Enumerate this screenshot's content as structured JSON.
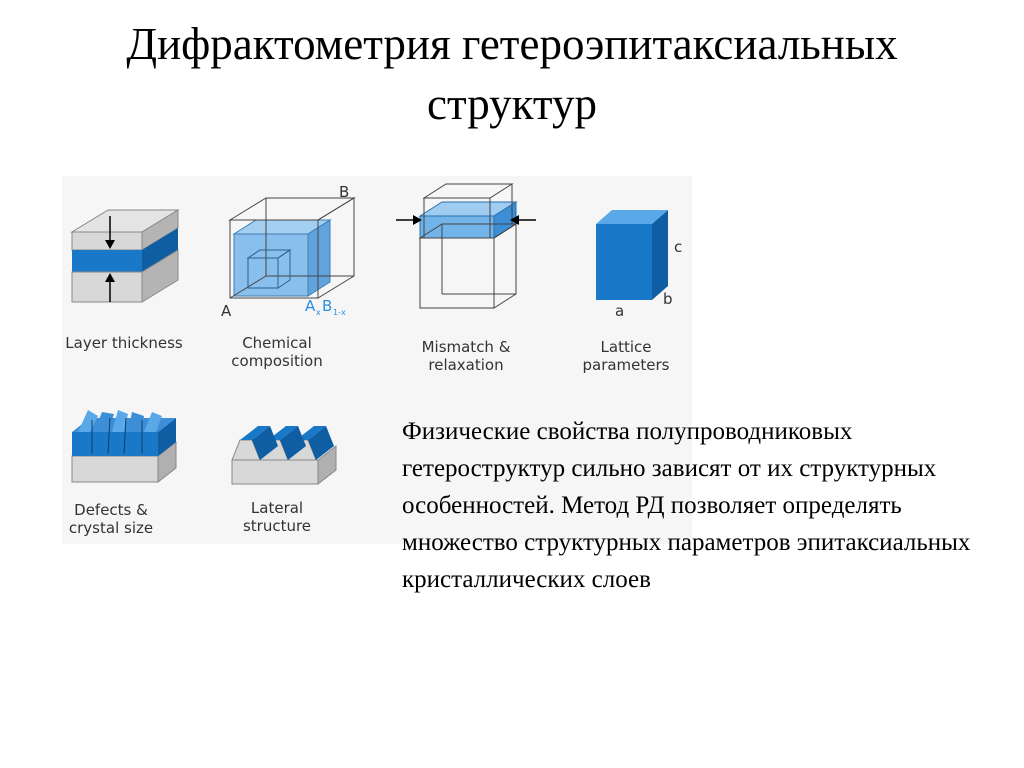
{
  "slide": {
    "title_line1": "Дифрактометрия гетероэпитаксиальных",
    "title_line2": "структур",
    "body": "Физические свойства полупроводниковых гетероструктур сильно зависят от их структурных особенностей. Метод РД позволяет определять множество структурных параметров эпитаксиальных кристаллических слоев"
  },
  "figure": {
    "panels": [
      {
        "caption_line1": "Layer thickness",
        "caption_line2": ""
      },
      {
        "caption_line1": "Chemical",
        "caption_line2": "composition"
      },
      {
        "caption_line1": "Mismatch &",
        "caption_line2": "relaxation"
      },
      {
        "caption_line1": "Lattice",
        "caption_line2": "parameters"
      },
      {
        "caption_line1": "Defects &",
        "caption_line2": "crystal size"
      },
      {
        "caption_line1": "Lateral",
        "caption_line2": "structure"
      }
    ],
    "labels": {
      "A": "A",
      "B": "B",
      "alloy_a": "A",
      "alloy_x": "x",
      "alloy_b": "B",
      "alloy_1x": "1-x",
      "a": "a",
      "b": "b",
      "c": "c"
    },
    "colors": {
      "blue": "#1a78c8",
      "blue_light": "#5aa8e8",
      "gray": "#d0d0d0",
      "gray_dark": "#a8a8a8"
    }
  }
}
